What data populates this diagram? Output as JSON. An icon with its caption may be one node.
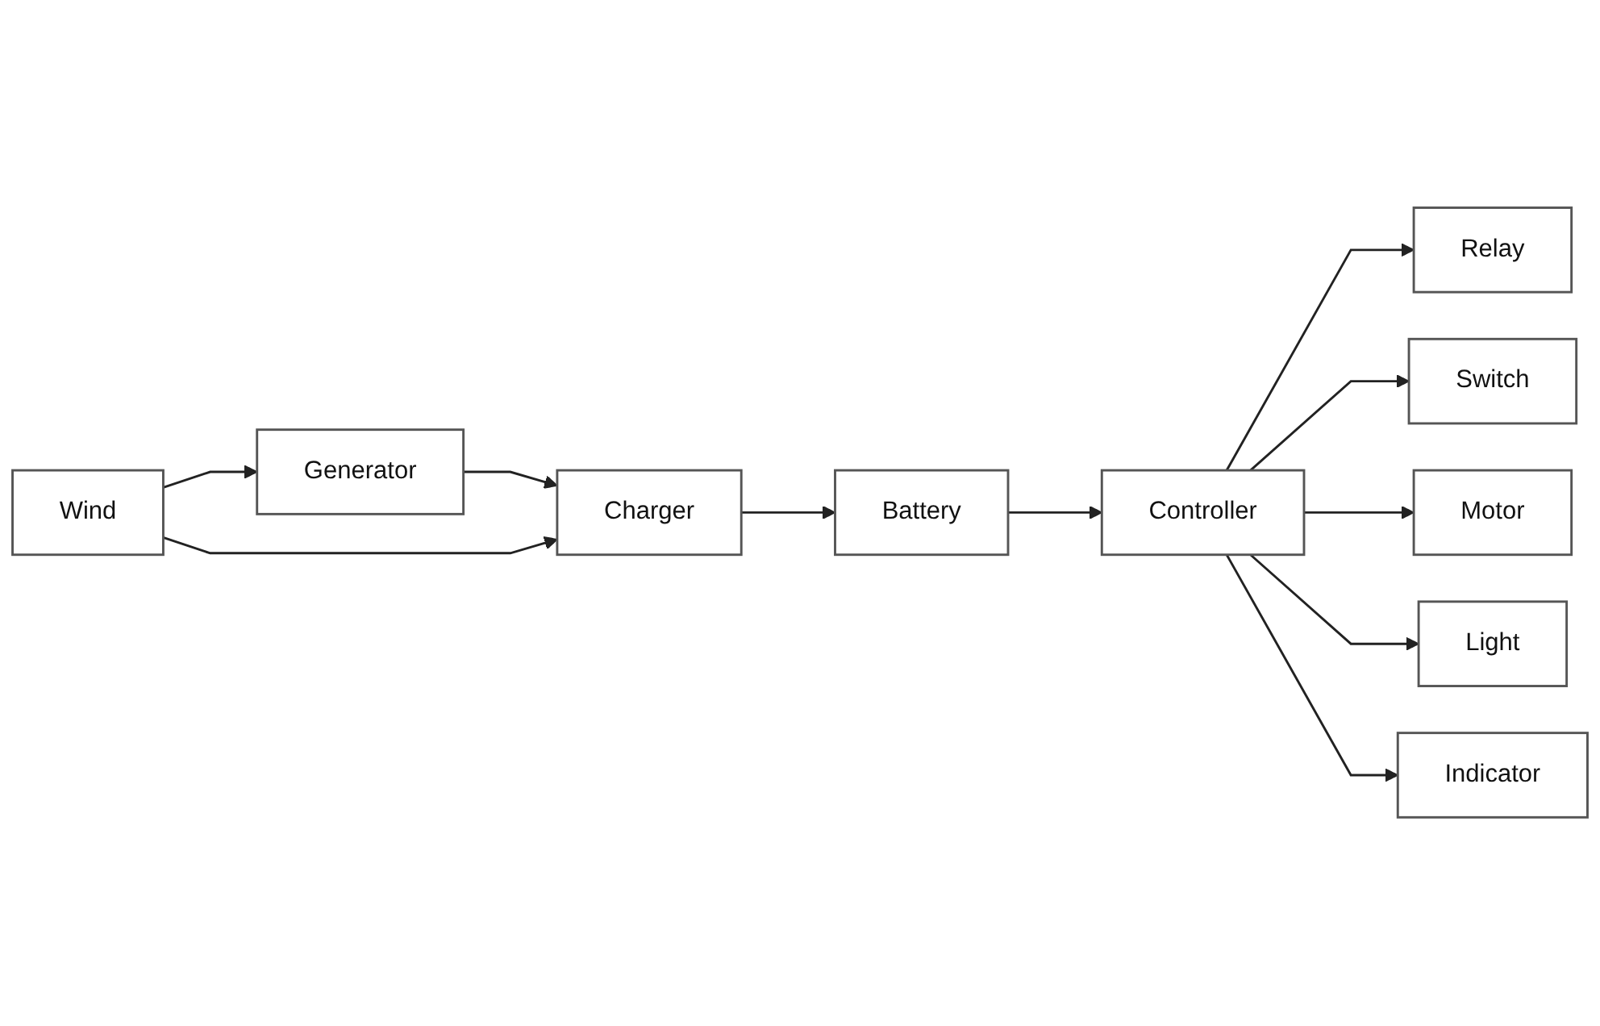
{
  "diagram": {
    "nodes": [
      {
        "text": [
          "Wind"
        ]
      },
      {
        "text": [
          "Generator"
        ]
      },
      {
        "text": [
          "Charger"
        ]
      },
      {
        "text": [
          "Battery"
        ]
      },
      {
        "text": [
          "Controller"
        ]
      },
      {
        "text": [
          "Relay"
        ]
      },
      {
        "text": [
          "Switch"
        ]
      },
      {
        "text": [
          "Motor"
        ]
      },
      {
        "text": [
          "Light"
        ]
      },
      {
        "text": [
          "Indicator"
        ]
      }
    ],
    "edges": [
      {
        "from": 0,
        "to": 1,
        "arrow": "to"
      },
      {
        "from": 1,
        "to": 2,
        "arrow": "to"
      },
      {
        "from": 0,
        "to": 2,
        "arrow": "to"
      },
      {
        "from": 2,
        "to": 3,
        "arrow": "to"
      },
      {
        "from": 3,
        "to": 4,
        "arrow": "to"
      },
      {
        "from": 4,
        "to": 5,
        "arrow": "to"
      },
      {
        "from": 4,
        "to": 6,
        "arrow": "to"
      },
      {
        "from": 4,
        "to": 7,
        "arrow": "to"
      },
      {
        "from": 4,
        "to": 8,
        "arrow": "to"
      },
      {
        "from": 4,
        "to": 9,
        "arrow": "to"
      }
    ]
  }
}
